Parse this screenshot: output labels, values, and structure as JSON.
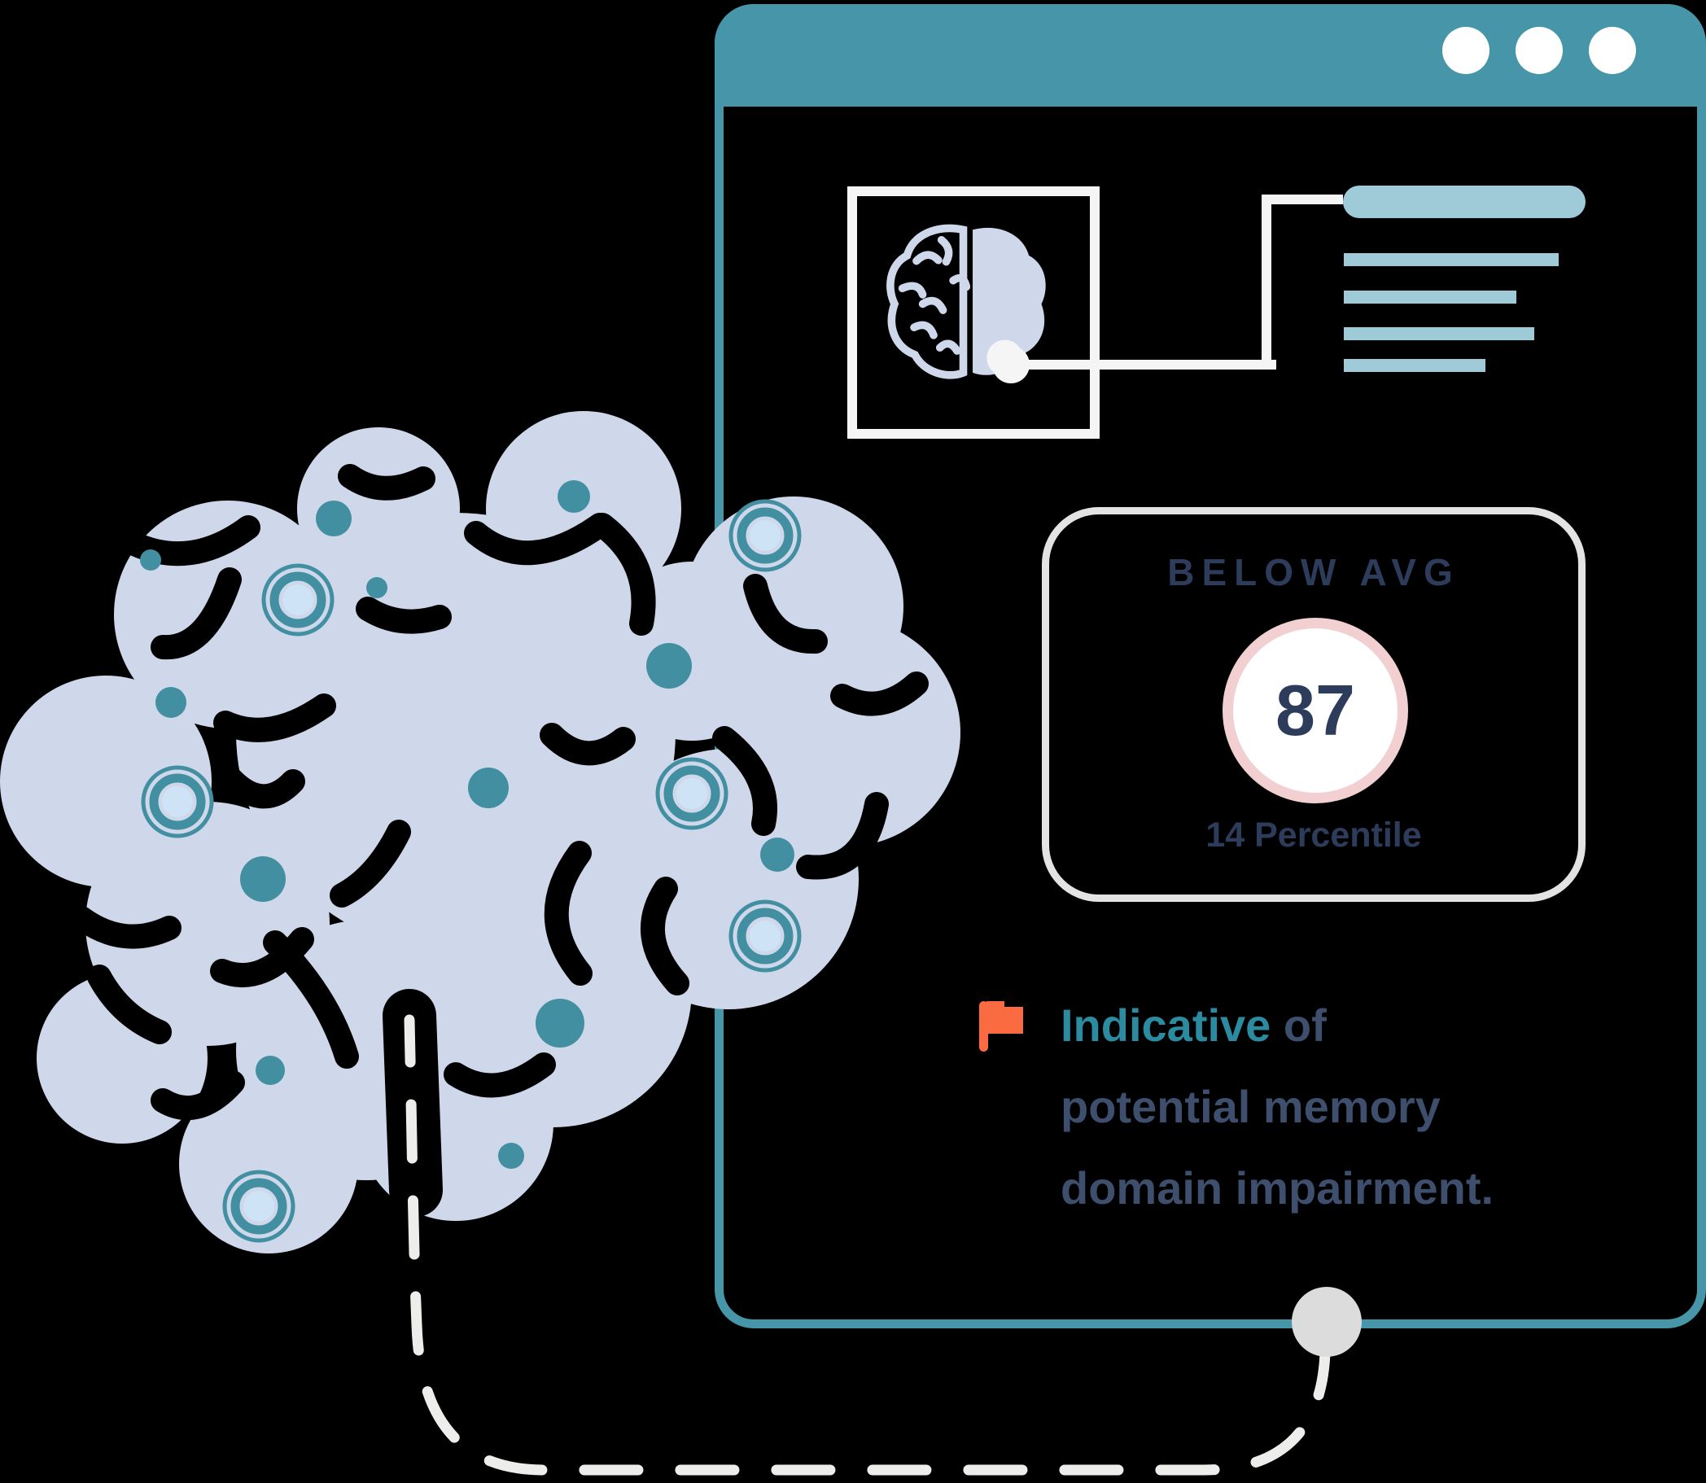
{
  "colors": {
    "background": "#000000",
    "frame_teal": "#4695a8",
    "bar_blue": "#9ecbd7",
    "lavender": "#ced8ea",
    "icon_teal": "#418fa0",
    "ring_inner": "#cfe3f6",
    "off_white": "#f5f5f5",
    "card_border": "#e3e3e3",
    "pink": "#f2cfd0",
    "navy": "#2e3c5c",
    "text_navy": "#3e4f6e",
    "text_teal": "#2b8ba0",
    "orange": "#fb6b42",
    "gray_node": "#dcdcdc",
    "dash_gray": "#ededeb"
  },
  "score_card": {
    "label": "BELOW AVG",
    "score": "87",
    "percentile": "14 Percentile"
  },
  "note": {
    "highlight": "Indicative",
    "line1_rest": " of",
    "line2": "potential memory",
    "line3": "domain impairment."
  },
  "skeleton": {
    "pill_width": 298,
    "line_widths": [
      264,
      212,
      234,
      174
    ]
  }
}
